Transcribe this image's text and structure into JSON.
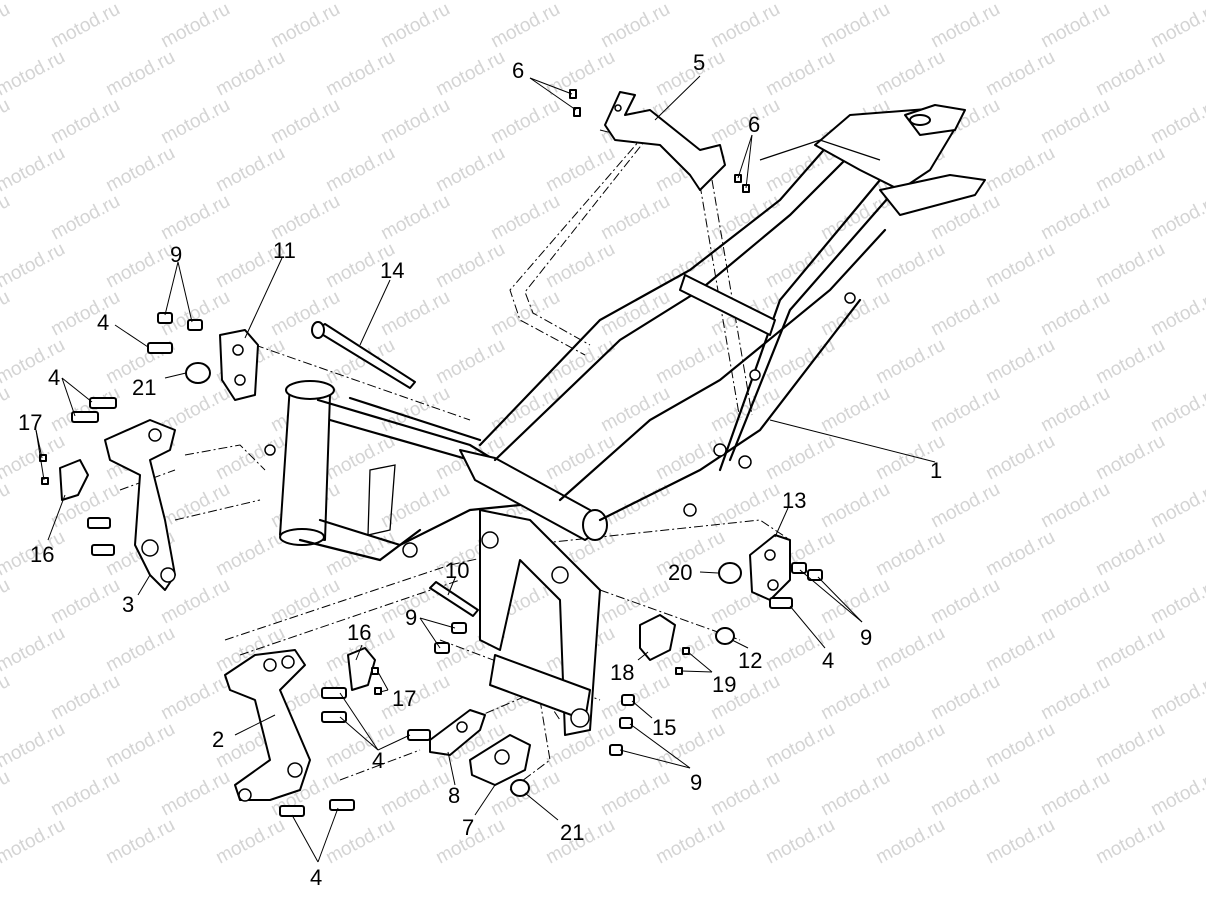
{
  "watermark": "motod.ru",
  "callouts": [
    {
      "id": "c1",
      "label": "1"
    },
    {
      "id": "c2",
      "label": "2"
    },
    {
      "id": "c3",
      "label": "3"
    },
    {
      "id": "c4a",
      "label": "4"
    },
    {
      "id": "c4b",
      "label": "4"
    },
    {
      "id": "c4c",
      "label": "4"
    },
    {
      "id": "c4d",
      "label": "4"
    },
    {
      "id": "c4e",
      "label": "4"
    },
    {
      "id": "c5",
      "label": "5"
    },
    {
      "id": "c6a",
      "label": "6"
    },
    {
      "id": "c6b",
      "label": "6"
    },
    {
      "id": "c7",
      "label": "7"
    },
    {
      "id": "c8",
      "label": "8"
    },
    {
      "id": "c9a",
      "label": "9"
    },
    {
      "id": "c9b",
      "label": "9"
    },
    {
      "id": "c9c",
      "label": "9"
    },
    {
      "id": "c9d",
      "label": "9"
    },
    {
      "id": "c10",
      "label": "10"
    },
    {
      "id": "c11",
      "label": "11"
    },
    {
      "id": "c12",
      "label": "12"
    },
    {
      "id": "c13",
      "label": "13"
    },
    {
      "id": "c14",
      "label": "14"
    },
    {
      "id": "c15",
      "label": "15"
    },
    {
      "id": "c16a",
      "label": "16"
    },
    {
      "id": "c16b",
      "label": "16"
    },
    {
      "id": "c17a",
      "label": "17"
    },
    {
      "id": "c17b",
      "label": "17"
    },
    {
      "id": "c18",
      "label": "18"
    },
    {
      "id": "c19",
      "label": "19"
    },
    {
      "id": "c20",
      "label": "20"
    },
    {
      "id": "c21a",
      "label": "21"
    },
    {
      "id": "c21b",
      "label": "21"
    }
  ]
}
